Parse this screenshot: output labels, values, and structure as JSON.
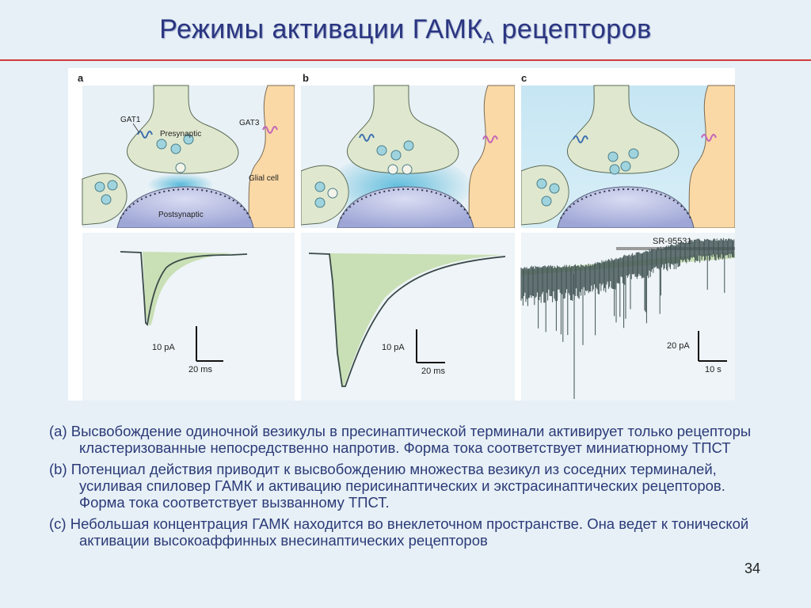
{
  "slide": {
    "title_main": "Режимы активации ГАМК",
    "title_sub": "А",
    "title_tail": " рецепторов",
    "page_number": "34"
  },
  "figure": {
    "panel_a": {
      "letter": "a",
      "gat1": "GAT1",
      "gat3": "GAT3",
      "presynaptic": "Presynaptic",
      "glial": "Glial cell",
      "postsynaptic": "Postsynaptic",
      "scale_y": "10 pA",
      "scale_x": "20 ms"
    },
    "panel_b": {
      "letter": "b",
      "scale_y": "10 pA",
      "scale_x": "20 ms"
    },
    "panel_c": {
      "letter": "c",
      "drug": "SR-95531",
      "scale_y": "20 pA",
      "scale_x": "10 s"
    }
  },
  "caption": {
    "a": "(a) Высвобождение одиночной везикулы в пресинаптической терминали активирует только рецепторы кластеризованные непосредственно напротив. Форма тока соответствует миниатюрному ТПСТ",
    "b": "(b) Потенциал действия приводит к высвобождению множества везикул из соседних терминалей, усиливая спиловер ГАМК и активацию перисинаптических и экстрасинаптических рецепторов. Форма тока соответствует вызванному ТПСТ.",
    "c": "(c)  Небольшая концентрация ГАМК находится во внеклеточном пространстве. Она ведет к тонической активации высокоаффинных внесинаптических рецепторов"
  },
  "colors": {
    "title": "#2a3580",
    "rule": "#d23a3a",
    "caption": "#2c3a78",
    "presynaptic_fill": "#dfe8cf",
    "glial_fill": "#fbd9a6",
    "postsynaptic_fill": "#b9bfe2",
    "gaba_cloud": "#4bb6d8",
    "trace": "#3a4a48",
    "trace_fill": "#c9dfb5"
  }
}
